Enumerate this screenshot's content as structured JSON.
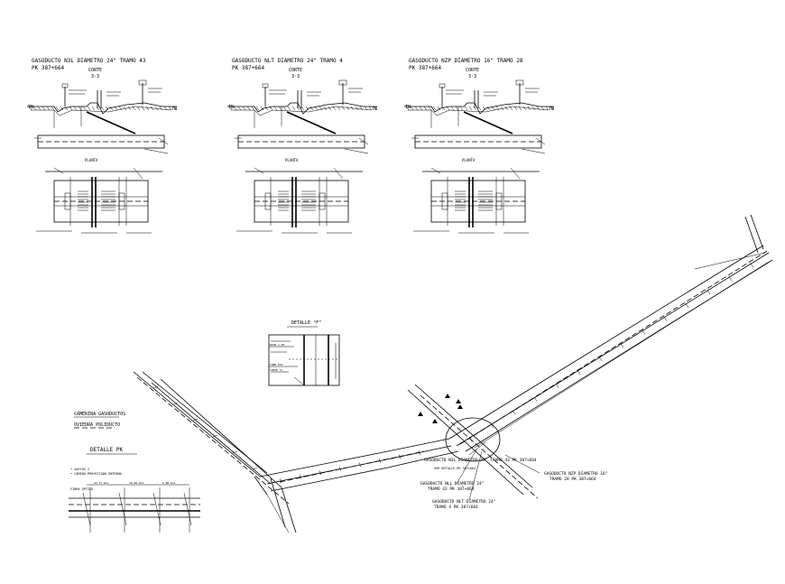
{
  "sections": [
    {
      "title": "GASODUCTO N3L DIAMETRO 24\" TRAMO 43",
      "pk": "PK 387+664",
      "corte": "CORTE",
      "corte_id": "3-3",
      "planta": "PLANTA",
      "tn_left": "TN",
      "tn_right": "TN"
    },
    {
      "title": "GASODUCTO NLT DIAMETRO 24\" TRAMO 4",
      "pk": "PK 387+664",
      "corte": "CORTE",
      "corte_id": "3-3",
      "planta": "PLANTA",
      "tn_left": "TN",
      "tn_right": "TN"
    },
    {
      "title": "GASODUCTO NZP DIAMETRO 16\" TRAMO 28",
      "pk": "PK 387+664",
      "corte": "CORTE",
      "corte_id": "3-3",
      "planta": "PLANTA",
      "tn_left": "TN",
      "tn_right": "TN"
    }
  ],
  "detalle_f": {
    "title": "DETALLE \"F\""
  },
  "detalle_pk": {
    "legend_line1": "CAMERINA GASODUCTOS",
    "legend_line2": "OVIEDRA POLIDUCTO",
    "title": "DETALLE PK",
    "note1": "• GASTOS 2",
    "note2": "• CAMINO PROYECTADO ENTRENA",
    "fibra_label": "FIBRA OPTICA"
  },
  "plan_labels": {
    "label_a": "GASODUCTO N3L DIAMETRO 24\"  TRAMO 43 PK 387+664",
    "label_b": "VER DETALLE PK 387+664",
    "label_c1": "GASODUCTO NLL DIAMETRO 24\"",
    "label_c2": "TRAMO 43 PK 387+664",
    "label_d1": "GASODUCTO NLT DIAMETRO 24\"",
    "label_d2": "TRAMO 4 PK 387+664",
    "label_e1": "GASODUCTO NZP DIAMETRO 16\"",
    "label_e2": "TRAMO 28 PK 387+664"
  }
}
